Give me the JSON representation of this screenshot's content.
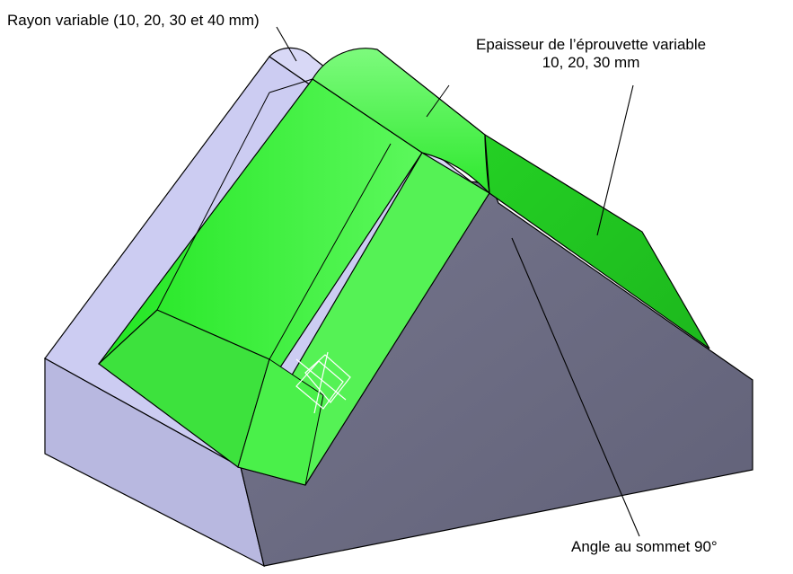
{
  "annotations": {
    "radius": "Rayon variable (10, 20, 30 et 40 mm)",
    "thickness_line1": "Epaisseur de l’éprouvette variable",
    "thickness_line2": "10, 20, 30 mm",
    "apex_angle": "Angle au sommet 90°"
  },
  "colors": {
    "specimen_green": "#22ee22",
    "specimen_green_light": "#55f755",
    "specimen_green_dark": "#1fc81f",
    "support_face_light": "#ccccf2",
    "support_face_mid": "#bebee6",
    "support_face_dark": "#6a6a80",
    "edge": "#000000"
  },
  "icons": {
    "axis_triad": "compass-triad-icon"
  }
}
